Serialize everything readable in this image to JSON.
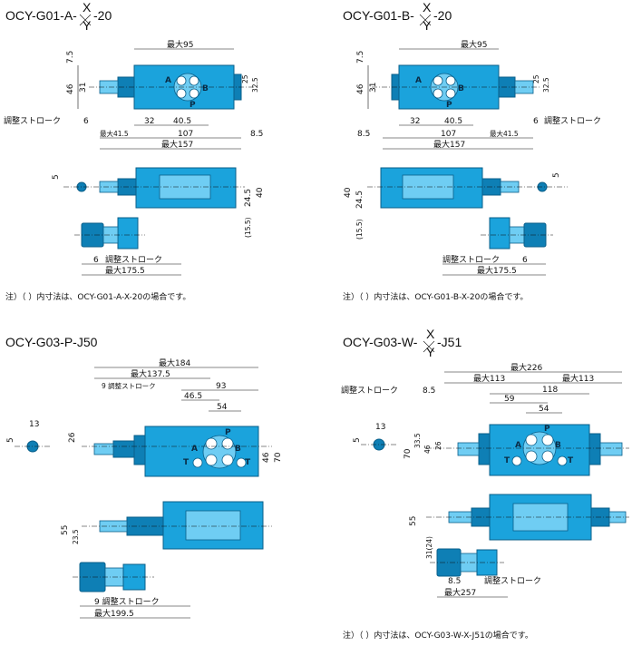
{
  "views": {
    "g01a": {
      "title_pre": "OCY-G01-A-",
      "title_top": "X",
      "title_bot": "Y",
      "title_post": "-20",
      "dims": {
        "max95": "最大95",
        "d7_5": "7.5",
        "d46": "46",
        "d31": "31",
        "d25": "25",
        "d32_5": "32.5",
        "adjust": "調整ストローク",
        "d6": "6",
        "d32": "32",
        "d40_5": "40.5",
        "max41_5": "最大41.5",
        "d107": "107",
        "d8_5": "8.5",
        "max157": "最大157",
        "d5": "5",
        "d24_5": "24.5",
        "d40": "40",
        "d15_5": "(15.5)",
        "max175_5": "最大175.5"
      },
      "ports": {
        "a": "A",
        "b": "B",
        "p": "P"
      },
      "note": "注）（ ）内寸法は、OCY-G01-A-X-20の場合です。"
    },
    "g01b": {
      "title_pre": "OCY-G01-B-",
      "title_top": "X",
      "title_bot": "Y",
      "title_post": "-20",
      "dims": {
        "max95": "最大95",
        "d7_5": "7.5",
        "d46": "46",
        "d31": "31",
        "d25": "25",
        "d32_5": "32.5",
        "adjust": "調整ストローク",
        "d6": "6",
        "d32": "32",
        "d40_5": "40.5",
        "max41_5": "最大41.5",
        "d107": "107",
        "d8_5": "8.5",
        "max157": "最大157",
        "d5": "5",
        "d24_5": "24.5",
        "d40": "40",
        "d15_5": "(15.5)",
        "max175_5": "最大175.5"
      },
      "ports": {
        "a": "A",
        "b": "B",
        "p": "P"
      },
      "note": "注）（ ）内寸法は、OCY-G01-B-X-20の場合です。"
    },
    "g03p": {
      "title": "OCY-G03-P-J50",
      "dims": {
        "max184": "最大184",
        "max137_5": "最大137.5",
        "adjust9": "9 調整ストローク",
        "d93": "93",
        "d46_5": "46.5",
        "d54": "54",
        "d13": "13",
        "d5": "5",
        "d26": "26",
        "d46": "46",
        "d70": "70",
        "d55": "55",
        "d23_5": "23.5",
        "adjust9b": "9 調整ストローク",
        "max199_5": "最大199.5"
      },
      "ports": {
        "a": "A",
        "b": "B",
        "p": "P",
        "t1": "T",
        "t2": "T"
      }
    },
    "g03w": {
      "title_pre": "OCY-G03-W-",
      "title_top": "X",
      "title_bot": "Y",
      "title_post": "-J51",
      "dims": {
        "max226": "最大226",
        "adjust": "調整ストローク",
        "d8_5": "8.5",
        "max113a": "最大113",
        "max113b": "最大113",
        "d118": "118",
        "d59": "59",
        "d54": "54",
        "d13": "13",
        "d5": "5",
        "d70": "70",
        "d33_5": "33.5",
        "d46": "46",
        "d26": "26",
        "d55": "55",
        "d31_24": "31(24)",
        "d8_5b": "8.5",
        "adjust2": "調整ストローク",
        "max257": "最大257"
      },
      "ports": {
        "a": "A",
        "b": "B",
        "p": "P",
        "t1": "T",
        "t2": "T"
      },
      "note": "注）（ ）内寸法は、OCY-G03-W-X-J51の場合です。"
    }
  },
  "colors": {
    "body": "#1ba3dc",
    "outline": "#0a5f8a",
    "text": "#111111"
  }
}
